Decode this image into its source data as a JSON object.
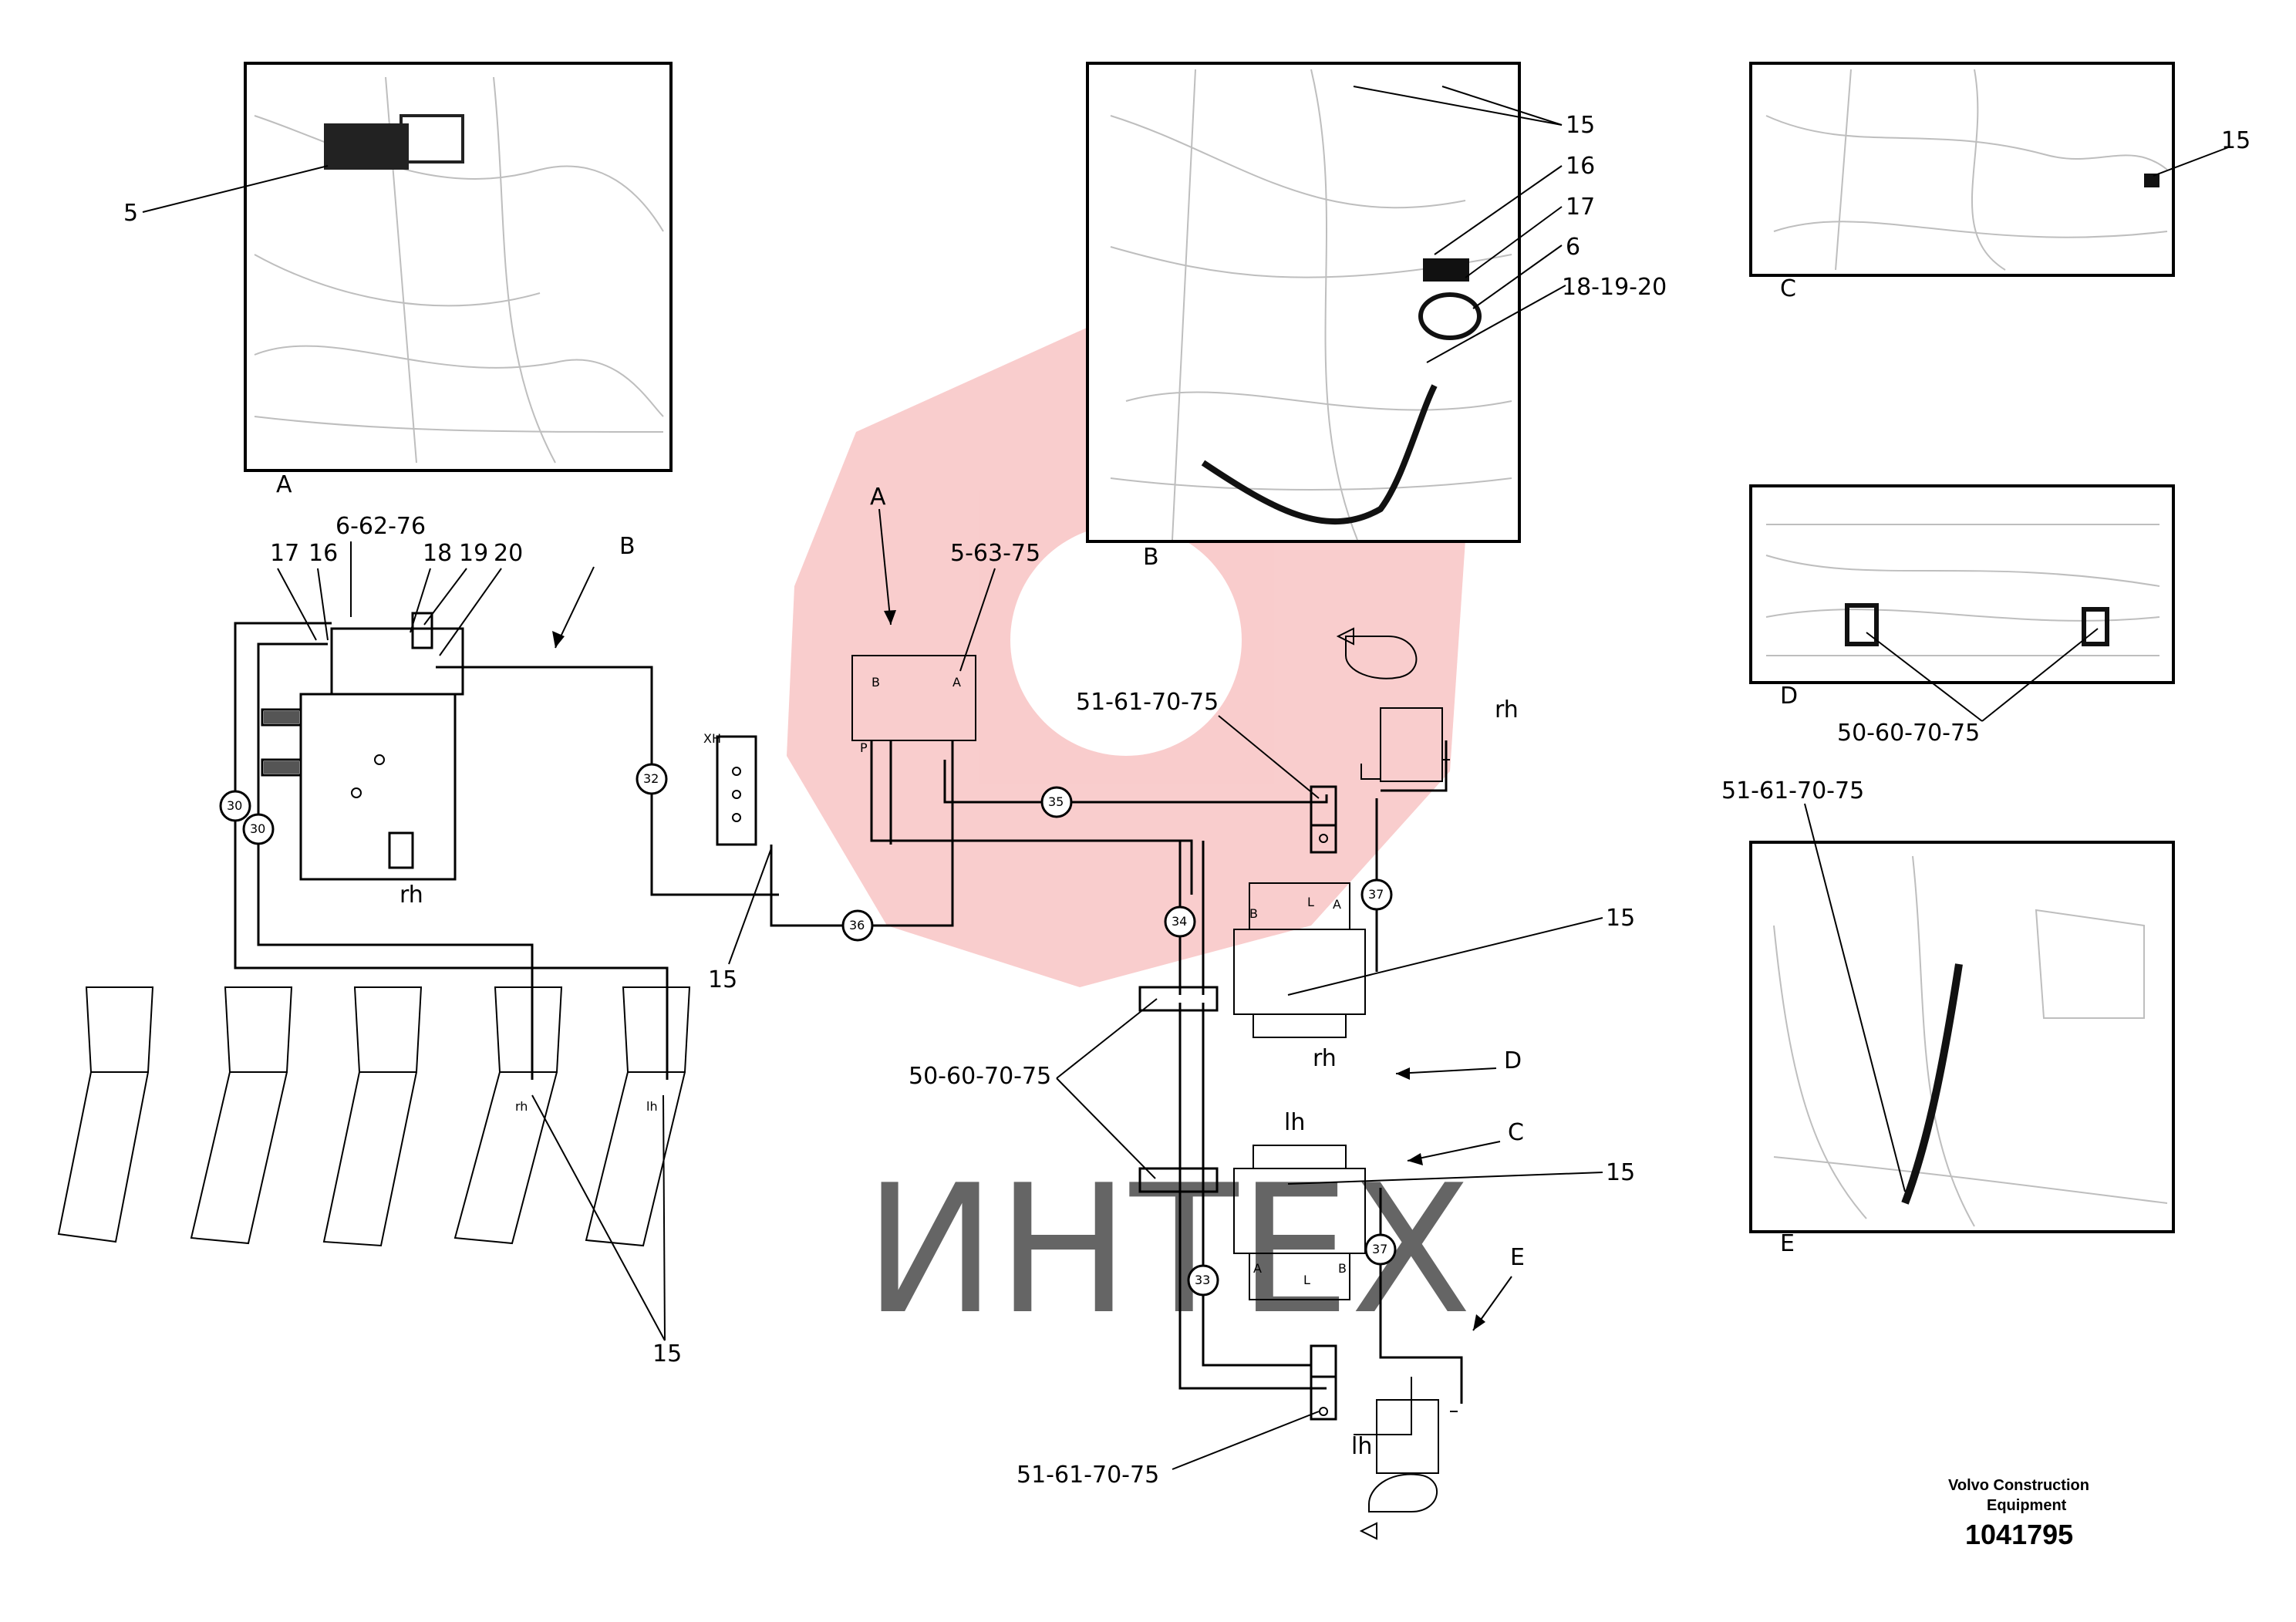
{
  "photos": {
    "A": {
      "letter": "A",
      "callouts": [
        "5"
      ]
    },
    "B": {
      "letter": "B",
      "callouts": [
        "15",
        "16",
        "17",
        "6",
        "18-19-20"
      ]
    },
    "C": {
      "letter": "C",
      "callouts": [
        "15"
      ]
    },
    "D": {
      "letter": "D",
      "callouts": [
        "50-60-70-75"
      ]
    },
    "E": {
      "letter": "E",
      "callouts": [
        "51-61-70-75"
      ]
    }
  },
  "schematic": {
    "view_arrows": [
      "A",
      "B",
      "C",
      "D",
      "E"
    ],
    "labels": {
      "valve_group": "6-62-76",
      "p17": "17",
      "p16": "16",
      "p18": "18",
      "p19": "19",
      "p20": "20",
      "sol": "5-63-75",
      "motor_top": "51-61-70-75",
      "block_50": "50-60-70-75",
      "motor_bot": "51-61-70-75",
      "p15_mid": "15",
      "p15_cyl": "15",
      "p15_rh": "15",
      "p15_lh": "15",
      "rh1": "rh",
      "rh2": "rh",
      "rh3": "rh",
      "lh1": "lh",
      "lh2": "lh",
      "lh3": "lh"
    },
    "hoses": [
      "30",
      "30",
      "32",
      "35",
      "36",
      "34",
      "37",
      "33",
      "37"
    ]
  },
  "footer": {
    "company_line1": "Volvo Construction",
    "company_line2": "Equipment",
    "drawing_number": "1041795"
  },
  "watermark": {
    "text": "ИНТЕХ",
    "color": "#f2a3a3"
  }
}
